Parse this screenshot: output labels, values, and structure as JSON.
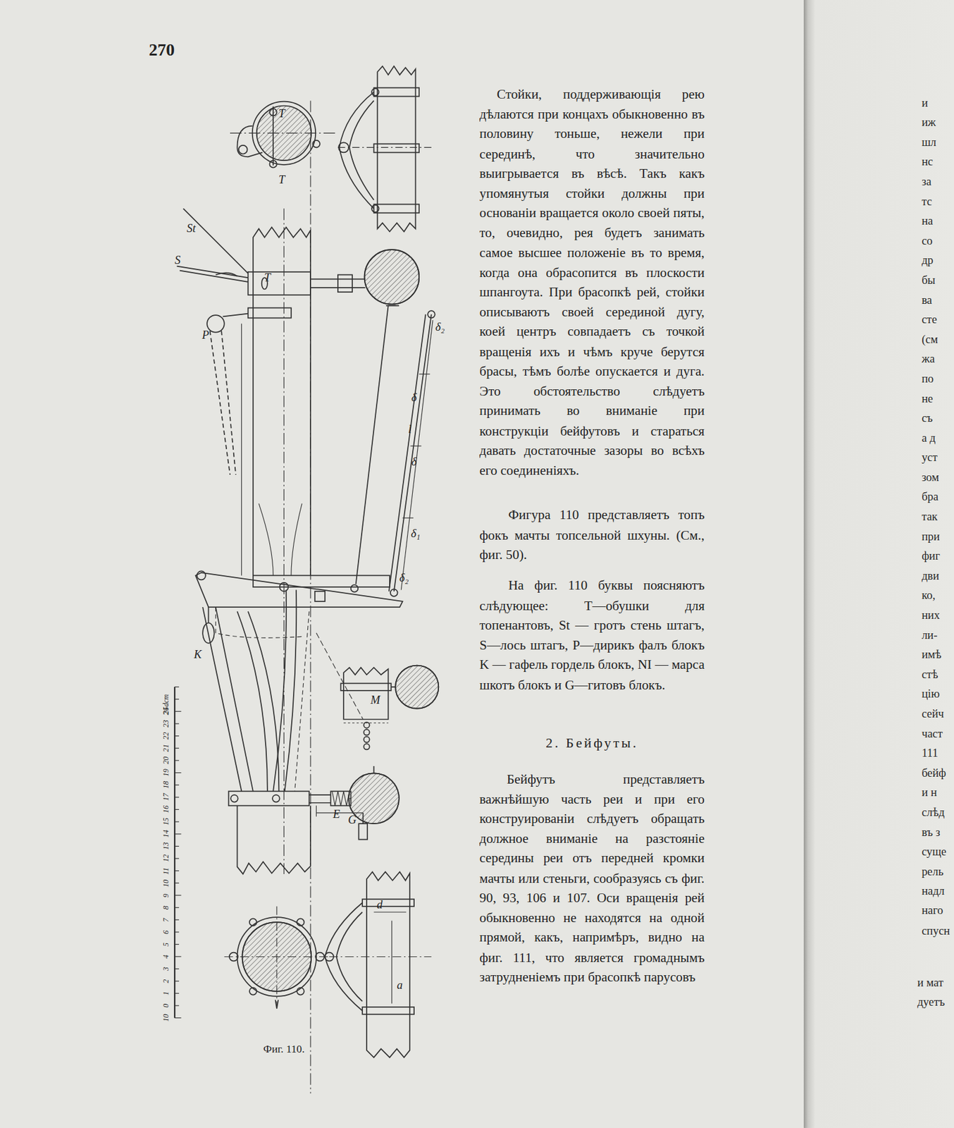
{
  "diagram": {
    "title": "2. Бейфуты.",
    "caption": "Фиг. 110.",
    "labels": [
      "270",
      "Стойки, поддерживающія рею дѣлаются при концахъ обыкновенно въ половину тоньше, нежели при серединѣ, что значительно выигрывается въ вѣсѣ. Такъ какъ упомянутыя стойки должны при основаніи вращается около своей пяты, то, очевидно, рея будетъ занимать самое высшее положеніе въ то время, когда она обрасопится въ плоскости шпангоута. При брасопкѣ рей, стойки описываютъ своей серединой дугу, коей центръ совпадаетъ съ точкой вращенія ихъ и чѣмъ круче берутся брасы, тѣмъ болѣе опускается и дуга. Это обстоятельство слѣдуетъ принимать во вниманіе при конструкціи бейфутовъ и стараться давать достаточные зазоры во всѣхъ его соединеніяхъ.",
      "Фигура 110 представляетъ топъ фокъ мачты топсельной шхуны. (См., фиг. 50).",
      "На фиг. 110 буквы поясняютъ слѣдующее: T—обушки для топенантовъ, St — гротъ стень штагъ, S—лось штагъ, P—дирикъ фалъ блокъ K — гафель гордель блокъ, NI — марса шкотъ блокъ и G—гитовъ блокъ.",
      "Бейфутъ представляетъ важнѣйшую часть реи и при его конструированіи слѣдуетъ обращать должное вниманіе на разстояніе середины реи отъ передней кромки мачты или стеньги, сообразуясь съ фиг. 90, 93, 106 и 107. Оси вращенія рей обыкновенно не находятся на одной прямой, какъ, напримѣръ, видно на фиг. 111, что является громаднымъ затрудненіемъ при брасопкѣ парусовъ",
      "T",
      "T",
      "St",
      "S",
      "T",
      "P",
      "δ₂",
      "δ",
      "l",
      "δ",
      "δ₁",
      "δ₂",
      "K",
      "M",
      "E",
      "G",
      "d",
      "a",
      "10",
      "0",
      "1",
      "2",
      "3",
      "4",
      "5",
      "6",
      "7",
      "8",
      "9",
      "10",
      "11",
      "12",
      "13",
      "14",
      "15",
      "16",
      "17",
      "18",
      "19",
      "20",
      "21",
      "22",
      "23",
      "24",
      "25dcm",
      "и",
      "иж",
      "шл",
      "нс",
      "за",
      "тс",
      "на",
      "со",
      "др",
      "бы",
      "ва",
      "сте",
      "(см",
      "жа",
      "по",
      "не",
      "съ",
      "а д",
      "уст",
      "зом",
      "бра",
      "так",
      "при",
      "фиг",
      "дви",
      "ко,",
      "них",
      "ли-",
      "имѣ",
      "стѣ",
      "цію",
      "сейч",
      "част",
      "111",
      "бейф",
      "и н",
      "слѣд",
      "въ з",
      "суще",
      "рель",
      "надл",
      "наго",
      "спусн",
      "и мат",
      "дуетъ"
    ]
  }
}
